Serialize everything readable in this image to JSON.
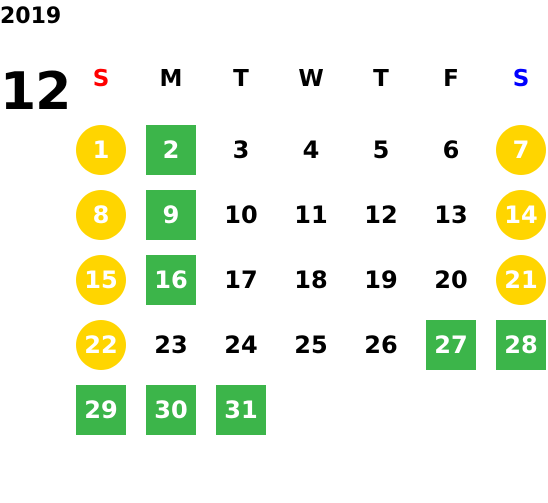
{
  "calendar": {
    "year": "2019",
    "month": "12",
    "colors": {
      "sunday_label": "#ff0000",
      "saturday_label": "#0000ff",
      "weekday_label": "#000000",
      "weekend_marker": "#ffd500",
      "holiday_marker": "#3cb54a"
    },
    "weekdays": [
      {
        "label": "S",
        "type": "sunday"
      },
      {
        "label": "M",
        "type": "weekday"
      },
      {
        "label": "T",
        "type": "weekday"
      },
      {
        "label": "W",
        "type": "weekday"
      },
      {
        "label": "T",
        "type": "weekday"
      },
      {
        "label": "F",
        "type": "weekday"
      },
      {
        "label": "S",
        "type": "saturday"
      }
    ],
    "weeks": [
      [
        {
          "day": "1",
          "marker": "weekend"
        },
        {
          "day": "2",
          "marker": "holiday"
        },
        {
          "day": "3",
          "marker": "none"
        },
        {
          "day": "4",
          "marker": "none"
        },
        {
          "day": "5",
          "marker": "none"
        },
        {
          "day": "6",
          "marker": "none"
        },
        {
          "day": "7",
          "marker": "weekend"
        }
      ],
      [
        {
          "day": "8",
          "marker": "weekend"
        },
        {
          "day": "9",
          "marker": "holiday"
        },
        {
          "day": "10",
          "marker": "none"
        },
        {
          "day": "11",
          "marker": "none"
        },
        {
          "day": "12",
          "marker": "none"
        },
        {
          "day": "13",
          "marker": "none"
        },
        {
          "day": "14",
          "marker": "weekend"
        }
      ],
      [
        {
          "day": "15",
          "marker": "weekend"
        },
        {
          "day": "16",
          "marker": "holiday"
        },
        {
          "day": "17",
          "marker": "none"
        },
        {
          "day": "18",
          "marker": "none"
        },
        {
          "day": "19",
          "marker": "none"
        },
        {
          "day": "20",
          "marker": "none"
        },
        {
          "day": "21",
          "marker": "weekend"
        }
      ],
      [
        {
          "day": "22",
          "marker": "weekend"
        },
        {
          "day": "23",
          "marker": "none"
        },
        {
          "day": "24",
          "marker": "none"
        },
        {
          "day": "25",
          "marker": "none"
        },
        {
          "day": "26",
          "marker": "none"
        },
        {
          "day": "27",
          "marker": "holiday"
        },
        {
          "day": "28",
          "marker": "holiday"
        }
      ],
      [
        {
          "day": "29",
          "marker": "holiday"
        },
        {
          "day": "30",
          "marker": "holiday"
        },
        {
          "day": "31",
          "marker": "holiday"
        }
      ]
    ]
  }
}
